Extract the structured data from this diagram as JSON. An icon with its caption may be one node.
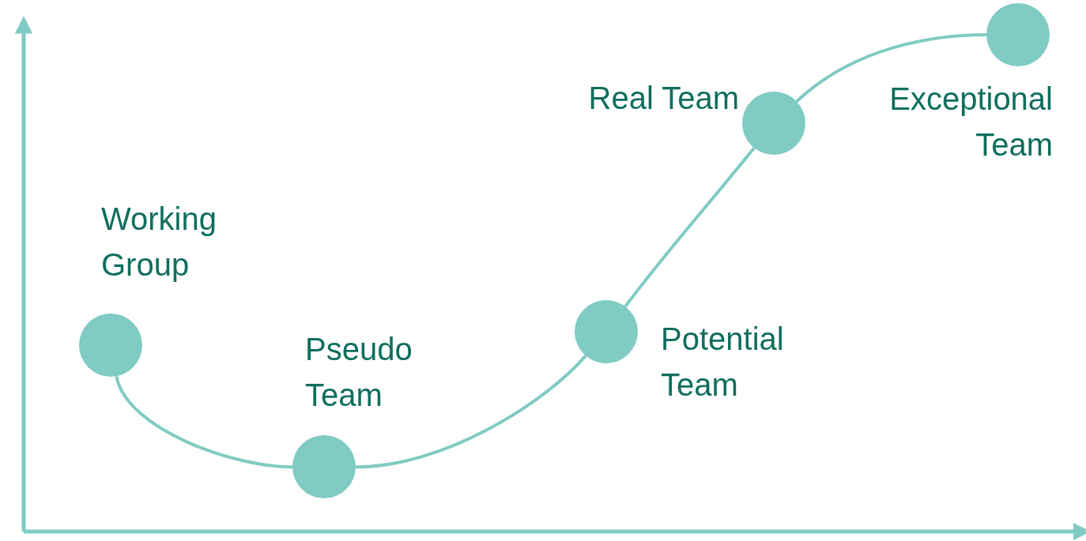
{
  "diagram": {
    "nodes": [
      {
        "text": [],
        "shape": "circle",
        "beside": [
          "Working Group"
        ]
      },
      {
        "text": [],
        "shape": "circle",
        "beside": [
          "Pseudo Team"
        ]
      },
      {
        "text": [],
        "shape": "circle",
        "beside": [
          "Potential Team"
        ]
      },
      {
        "text": [],
        "shape": "circle",
        "beside": [
          "Real Team"
        ]
      },
      {
        "text": [],
        "shape": "circle",
        "beside": [
          "Exceptional Team"
        ]
      }
    ],
    "edges": [
      {
        "from": 0,
        "to": 1,
        "arrow": "none"
      },
      {
        "from": 1,
        "to": 2,
        "arrow": "none"
      },
      {
        "from": 2,
        "to": 3,
        "arrow": "none"
      },
      {
        "from": 3,
        "to": 4,
        "arrow": "none"
      }
    ]
  }
}
